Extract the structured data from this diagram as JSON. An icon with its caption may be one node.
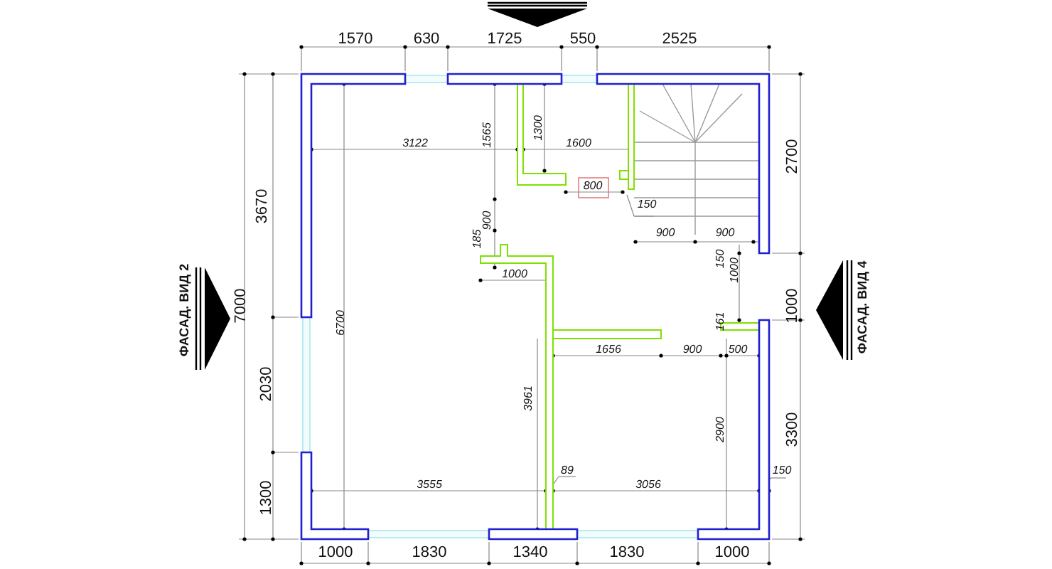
{
  "diagram": {
    "labels": [
      "1570",
      "630",
      "1725",
      "550",
      "2525",
      "3122",
      "1565",
      "1300",
      "1600",
      "2700",
      "3670",
      "800",
      "150",
      "900",
      "900",
      "900",
      "185",
      "150",
      "1000",
      "1000",
      "ФАСАД. ВИД 2",
      "7000",
      "6700",
      "1000",
      "ФАСАД. ВИД 4",
      "161",
      "1656",
      "900",
      "500",
      "2030",
      "3961",
      "2900",
      "3300",
      "89",
      "150",
      "3555",
      "3056",
      "1300",
      "1000",
      "1830",
      "1340",
      "1830",
      "1000"
    ]
  }
}
